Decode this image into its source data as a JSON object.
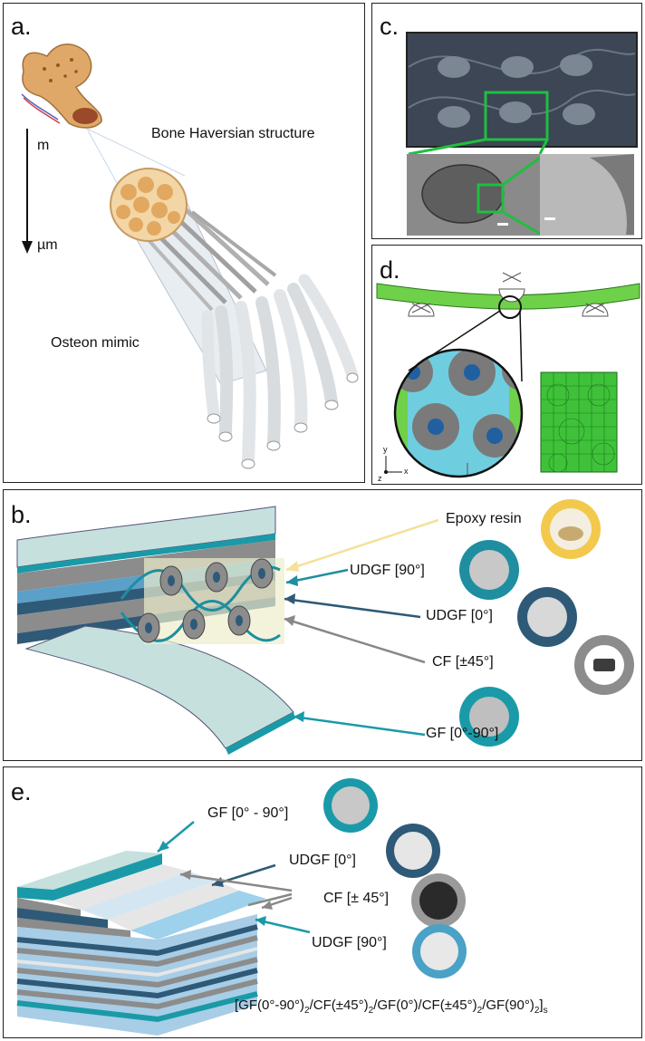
{
  "panel_a": {
    "label": "a.",
    "scale_top": "m",
    "scale_bottom": "µm",
    "title": "Bone Haversian structure",
    "mimic": "Osteon mimic"
  },
  "panel_b": {
    "label": "b.",
    "layers": {
      "epoxy": "Epoxy resin",
      "udgf90": "UDGF [90°]",
      "udgf0": "UDGF [0°]",
      "cf45": "CF [±45°]",
      "gf": "GF [0°-90°]"
    },
    "colors": {
      "epoxy": "#f2c94c",
      "udgf90": "#1e8ea0",
      "udgf0": "#2e5a78",
      "cf45": "#8c8c8c",
      "gf": "#1a9aa8"
    }
  },
  "panel_c": {
    "label": "c."
  },
  "panel_d": {
    "label": "d.",
    "axis_y": "y",
    "axis_x": "x",
    "axis_z": "z"
  },
  "panel_e": {
    "label": "e.",
    "layers": {
      "gf": "GF [0° - 90°]",
      "udgf0": "UDGF [0°]",
      "cf45": "CF [± 45°]",
      "udgf90": "UDGF [90°]"
    },
    "formula": {
      "p1": "[GF(0°-90°)",
      "s1": "2",
      "p2": "/CF(±45°)",
      "s2": "2",
      "p3": "/GF(0°)/CF(±45°)",
      "s3": "2",
      "p4": "/GF(90°)",
      "s4": "2",
      "p5": "]",
      "s5": "s"
    }
  }
}
